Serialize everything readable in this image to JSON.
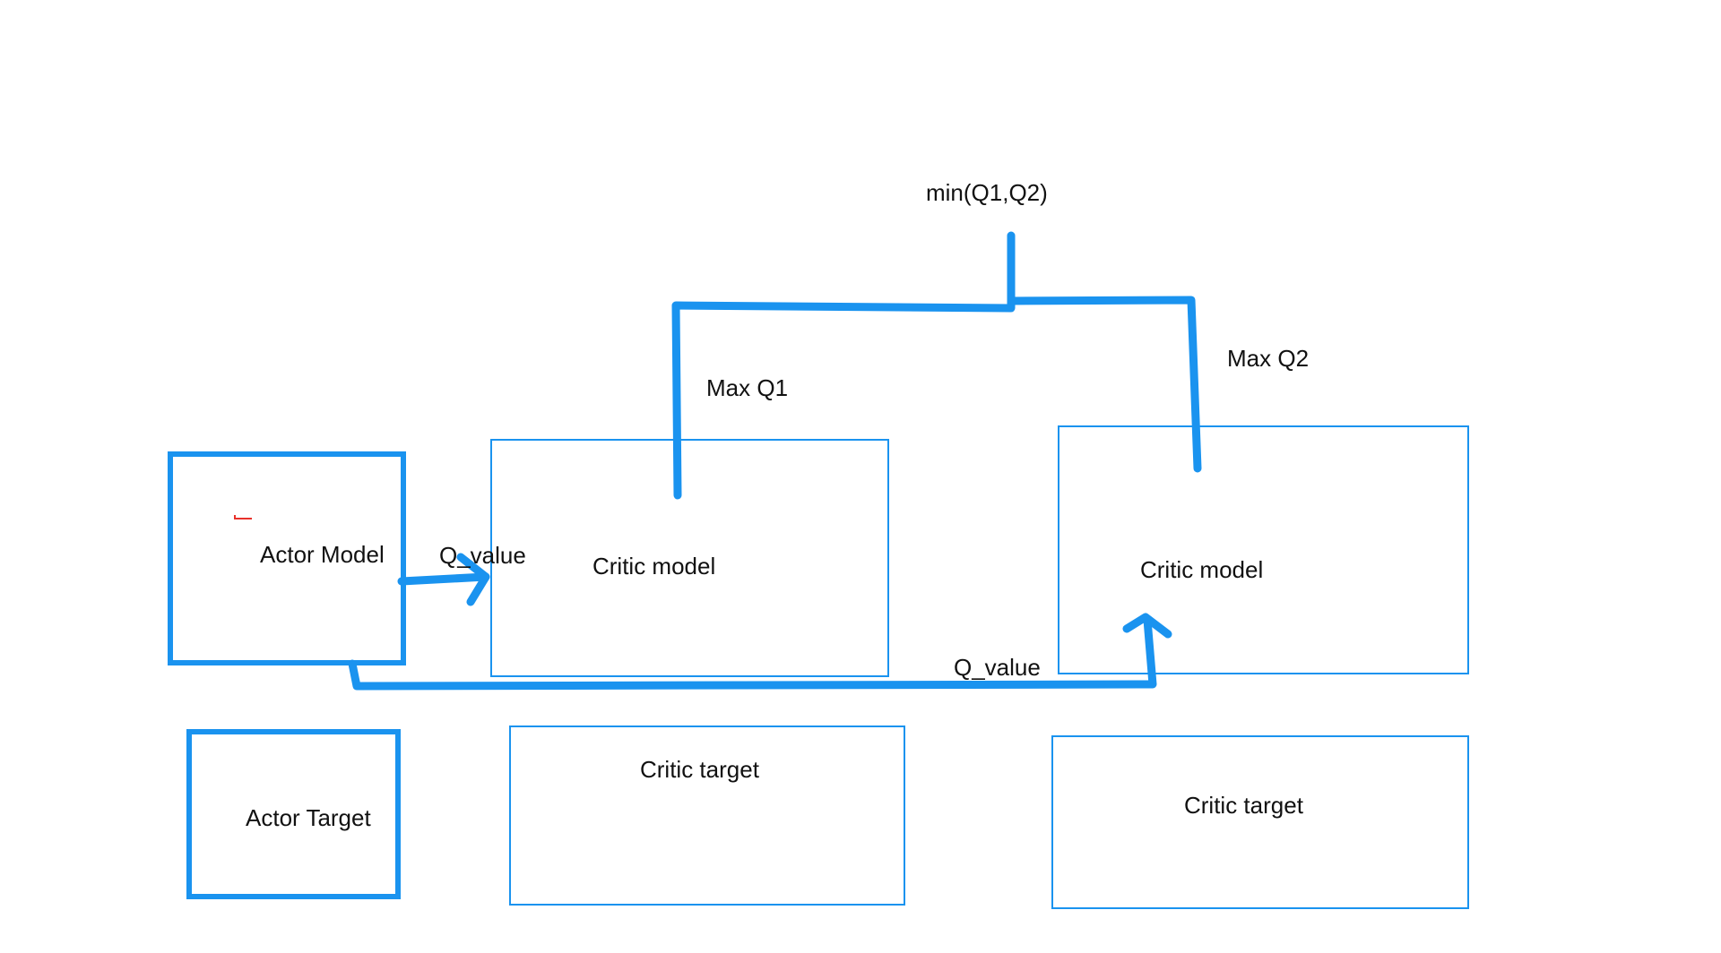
{
  "diagram": {
    "colors": {
      "background": "#ffffff",
      "stroke": "#1a93ef",
      "text": "#111111",
      "mark": "#e8312a"
    },
    "nodes": {
      "actor_model": "Actor Model",
      "actor_target": "Actor Target",
      "critic_model_1": "Critic model",
      "critic_model_2": "Critic model",
      "critic_target_1": "Critic target",
      "critic_target_2": "Critic target"
    },
    "labels": {
      "min_q": "min(Q1,Q2)",
      "max_q1": "Max Q1",
      "max_q2": "Max Q2",
      "q_value_1": "Q_value",
      "q_value_2": "Q_value"
    }
  }
}
